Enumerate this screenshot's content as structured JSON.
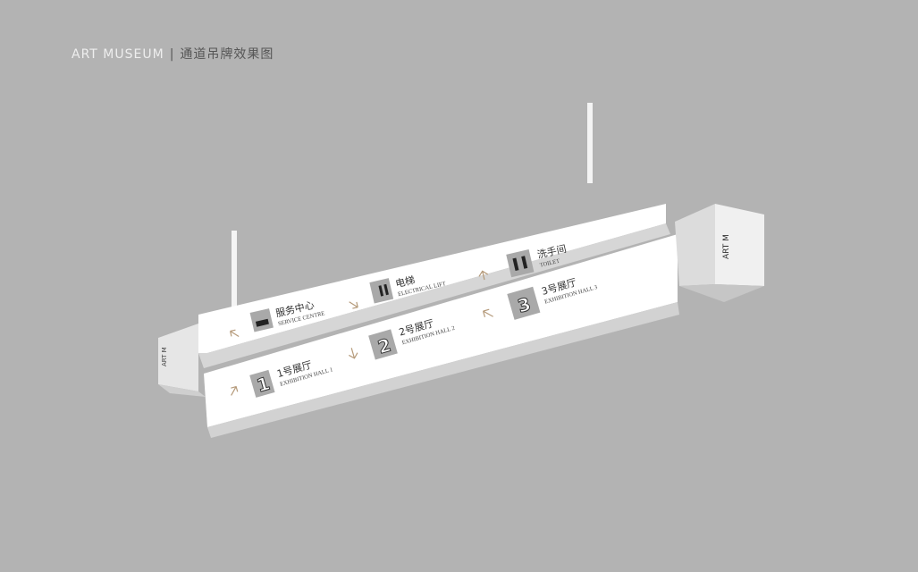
{
  "header": {
    "brand": "ART MUSEUM",
    "separator": "|",
    "subtitle": "通道吊牌效果图"
  },
  "upper_sign": [
    {
      "direction": "up-left",
      "icon": "service-desk-icon",
      "cn": "服务中心",
      "en": "SERVICE CENTRE"
    },
    {
      "direction": "down-right",
      "icon": "elevator-icon",
      "cn": "电梯",
      "en": "ELECTRICAL LIFT"
    },
    {
      "direction": "up",
      "icon": "toilet-icon",
      "cn": "洗手间",
      "en": "TOILET"
    }
  ],
  "lower_sign": [
    {
      "direction": "up-right",
      "number": "1",
      "cn": "1号展厅",
      "en": "EXHIBITION HALL 1"
    },
    {
      "direction": "down",
      "number": "2",
      "cn": "2号展厅",
      "en": "EXHIBITION HALL 2"
    },
    {
      "direction": "up-left",
      "number": "3",
      "cn": "3号展厅",
      "en": "EXHIBITION HALL 3"
    }
  ],
  "colors": {
    "background": "#b3b3b3",
    "sign": "#ffffff",
    "icon_bg": "#a9a9a9",
    "arrow": "#b59a7a"
  }
}
